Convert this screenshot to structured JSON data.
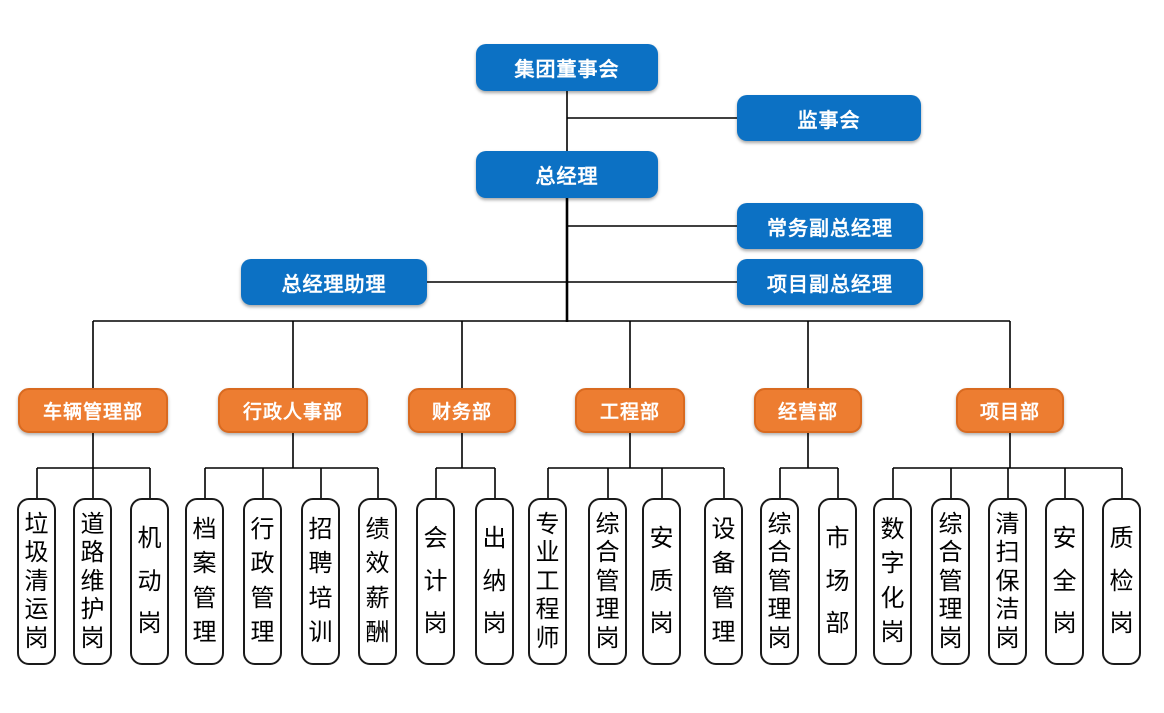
{
  "colors": {
    "executive_blue": "#0C71C4",
    "department_orange": "#ED7D31",
    "department_border": "#D96A20",
    "connector_line": "#000000",
    "position_border": "#1A1A1A",
    "background": "#FFFFFF"
  },
  "executives": {
    "board": "集团董事会",
    "supervisory": "监事会",
    "general_manager": "总经理",
    "executive_deputy_gm": "常务副总经理",
    "gm_assistant": "总经理助理",
    "project_deputy_gm": "项目副总经理"
  },
  "departments": [
    {
      "label": "车辆管理部",
      "positions": [
        "垃圾清运岗",
        "道路维护岗",
        "机动岗"
      ]
    },
    {
      "label": "行政人事部",
      "positions": [
        "档案管理",
        "行政管理",
        "招聘培训",
        "绩效薪酬"
      ]
    },
    {
      "label": "财务部",
      "positions": [
        "会计岗",
        "出纳岗"
      ]
    },
    {
      "label": "工程部",
      "positions": [
        "专业工程师",
        "综合管理岗",
        "安质岗",
        "设备管理"
      ]
    },
    {
      "label": "经营部",
      "positions": [
        "综合管理岗",
        "市场部"
      ]
    },
    {
      "label": "项目部",
      "positions": [
        "数字化岗",
        "综合管理岗",
        "清扫保洁岗",
        "安全岗",
        "质检岗"
      ]
    }
  ]
}
